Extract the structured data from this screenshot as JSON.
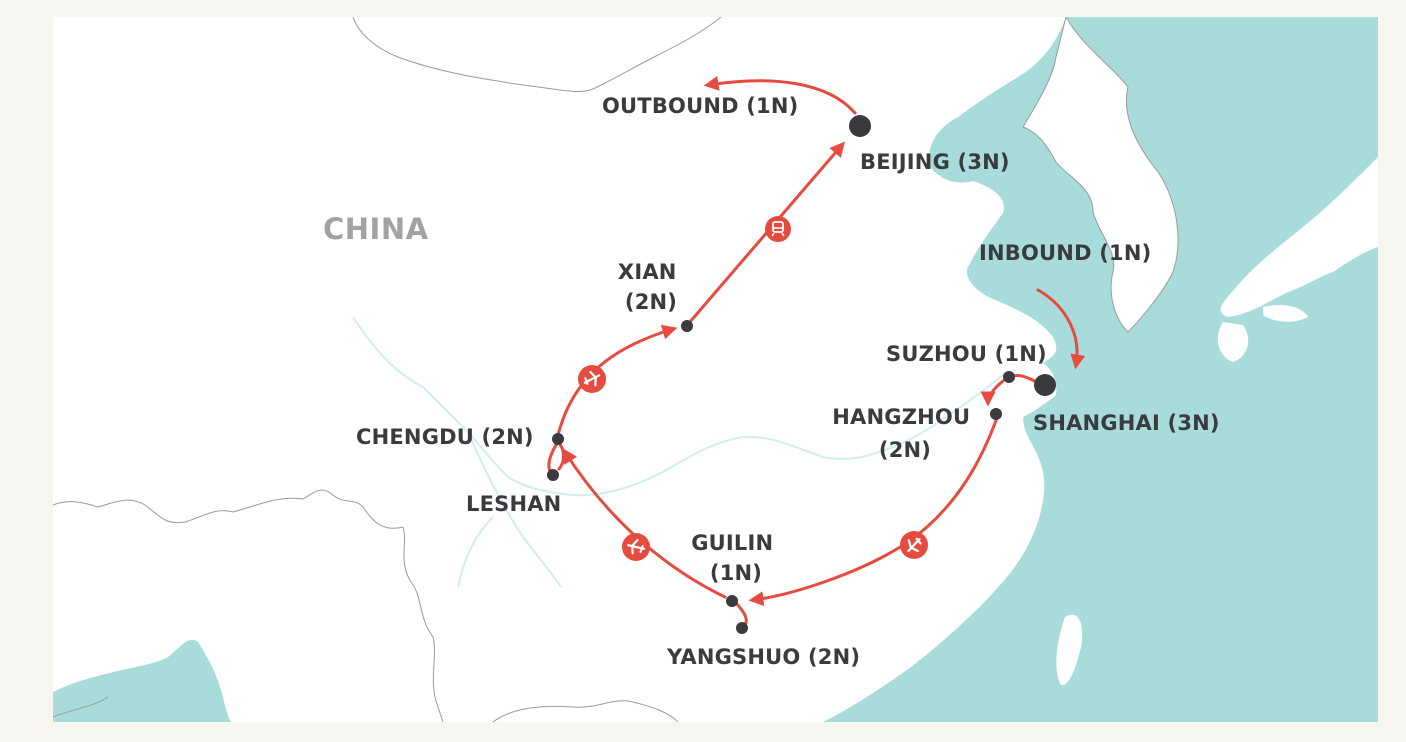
{
  "colors": {
    "land": "#ffffff",
    "sea": "#a8dcdb",
    "border": "#9a9a9a",
    "river": "#d3ecef",
    "route": "#e54b3e",
    "stop": "#3a3a3f",
    "label": "#3a3a3f",
    "country_label": "#a2a2a2",
    "background": "#f7f5f0"
  },
  "country_label": "CHINA",
  "stops": [
    {
      "id": "beijing",
      "lines": [
        "BEIJING (3N)"
      ]
    },
    {
      "id": "xian",
      "lines": [
        "XIAN",
        "(2N)"
      ]
    },
    {
      "id": "chengdu",
      "lines": [
        "CHENGDU (2N)"
      ]
    },
    {
      "id": "leshan",
      "lines": [
        "LESHAN"
      ]
    },
    {
      "id": "guilin",
      "lines": [
        "GUILIN",
        "(1N)"
      ]
    },
    {
      "id": "yangshuo",
      "lines": [
        "YANGSHUO (2N)"
      ]
    },
    {
      "id": "hangzhou",
      "lines": [
        "HANGZHOU",
        "(2N)"
      ]
    },
    {
      "id": "suzhou",
      "lines": [
        "SUZHOU (1N)"
      ]
    },
    {
      "id": "shanghai",
      "lines": [
        "SHANGHAI (3N)"
      ]
    }
  ],
  "legs": [
    {
      "label": "INBOUND (1N)"
    },
    {
      "label": "OUTBOUND (1N)"
    }
  ],
  "transport_icons": [
    {
      "name": "train-icon"
    },
    {
      "name": "plane-icon"
    },
    {
      "name": "plane-icon"
    },
    {
      "name": "plane-icon"
    }
  ]
}
